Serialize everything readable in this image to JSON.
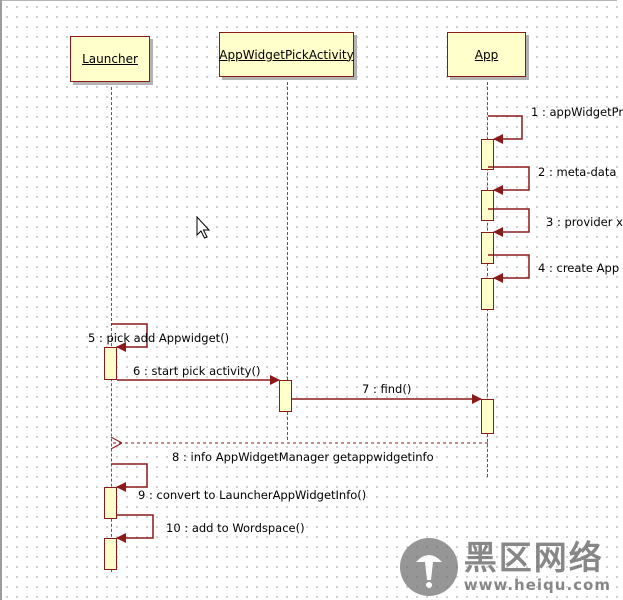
{
  "actors": {
    "launcher": "Launcher",
    "picker": "AppWidgetPickActivity",
    "app": "App"
  },
  "messages": {
    "m1": "1 : appWidgetPr",
    "m2": "2 : meta-data",
    "m3": "3 : provider x",
    "m4": "4 : create App",
    "m5": "5 : pick add Appwidget()",
    "m6": "6 : start pick activity()",
    "m7": "7 : find()",
    "m8": "8 : info AppWidgetManager getappwidgetinfo",
    "m9": "9 : convert to LauncherAppWidgetInfo()",
    "m10": "10 : add to Wordspace()"
  },
  "watermark": {
    "name": "黑区网络",
    "url": "www.heiqu.com"
  },
  "colors": {
    "box_fill": "#ffffcc",
    "border": "#8b1a1a",
    "arrow": "#8b1a1a"
  }
}
